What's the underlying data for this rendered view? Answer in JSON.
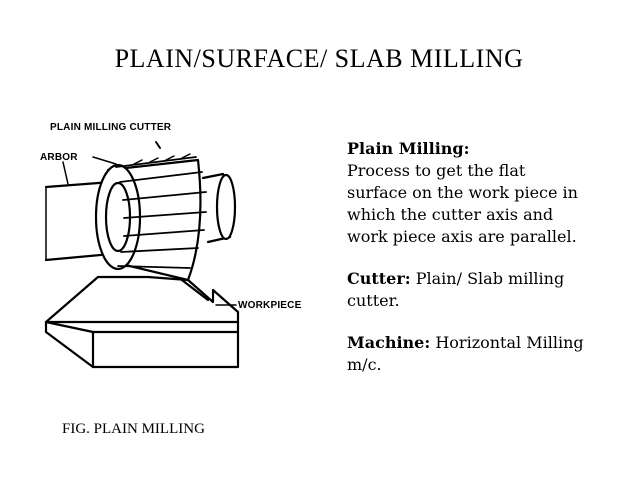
{
  "slide": {
    "title": "PLAIN/SURFACE/ SLAB MILLING"
  },
  "figure": {
    "label_cutter": "PLAIN MILLING CUTTER",
    "label_arbor": "ARBOR",
    "label_workpiece": "WORKPIECE",
    "caption": "FIG. PLAIN MILLING"
  },
  "description": {
    "plain_milling_heading": "Plain Milling:",
    "plain_milling_text": "Process to get the flat surface on the work piece in which the cutter axis and work piece axis are parallel.",
    "cutter_heading": "Cutter:",
    "cutter_text": " Plain/ Slab milling cutter.",
    "machine_heading": "Machine:",
    "machine_text": " Horizontal Milling m/c."
  }
}
